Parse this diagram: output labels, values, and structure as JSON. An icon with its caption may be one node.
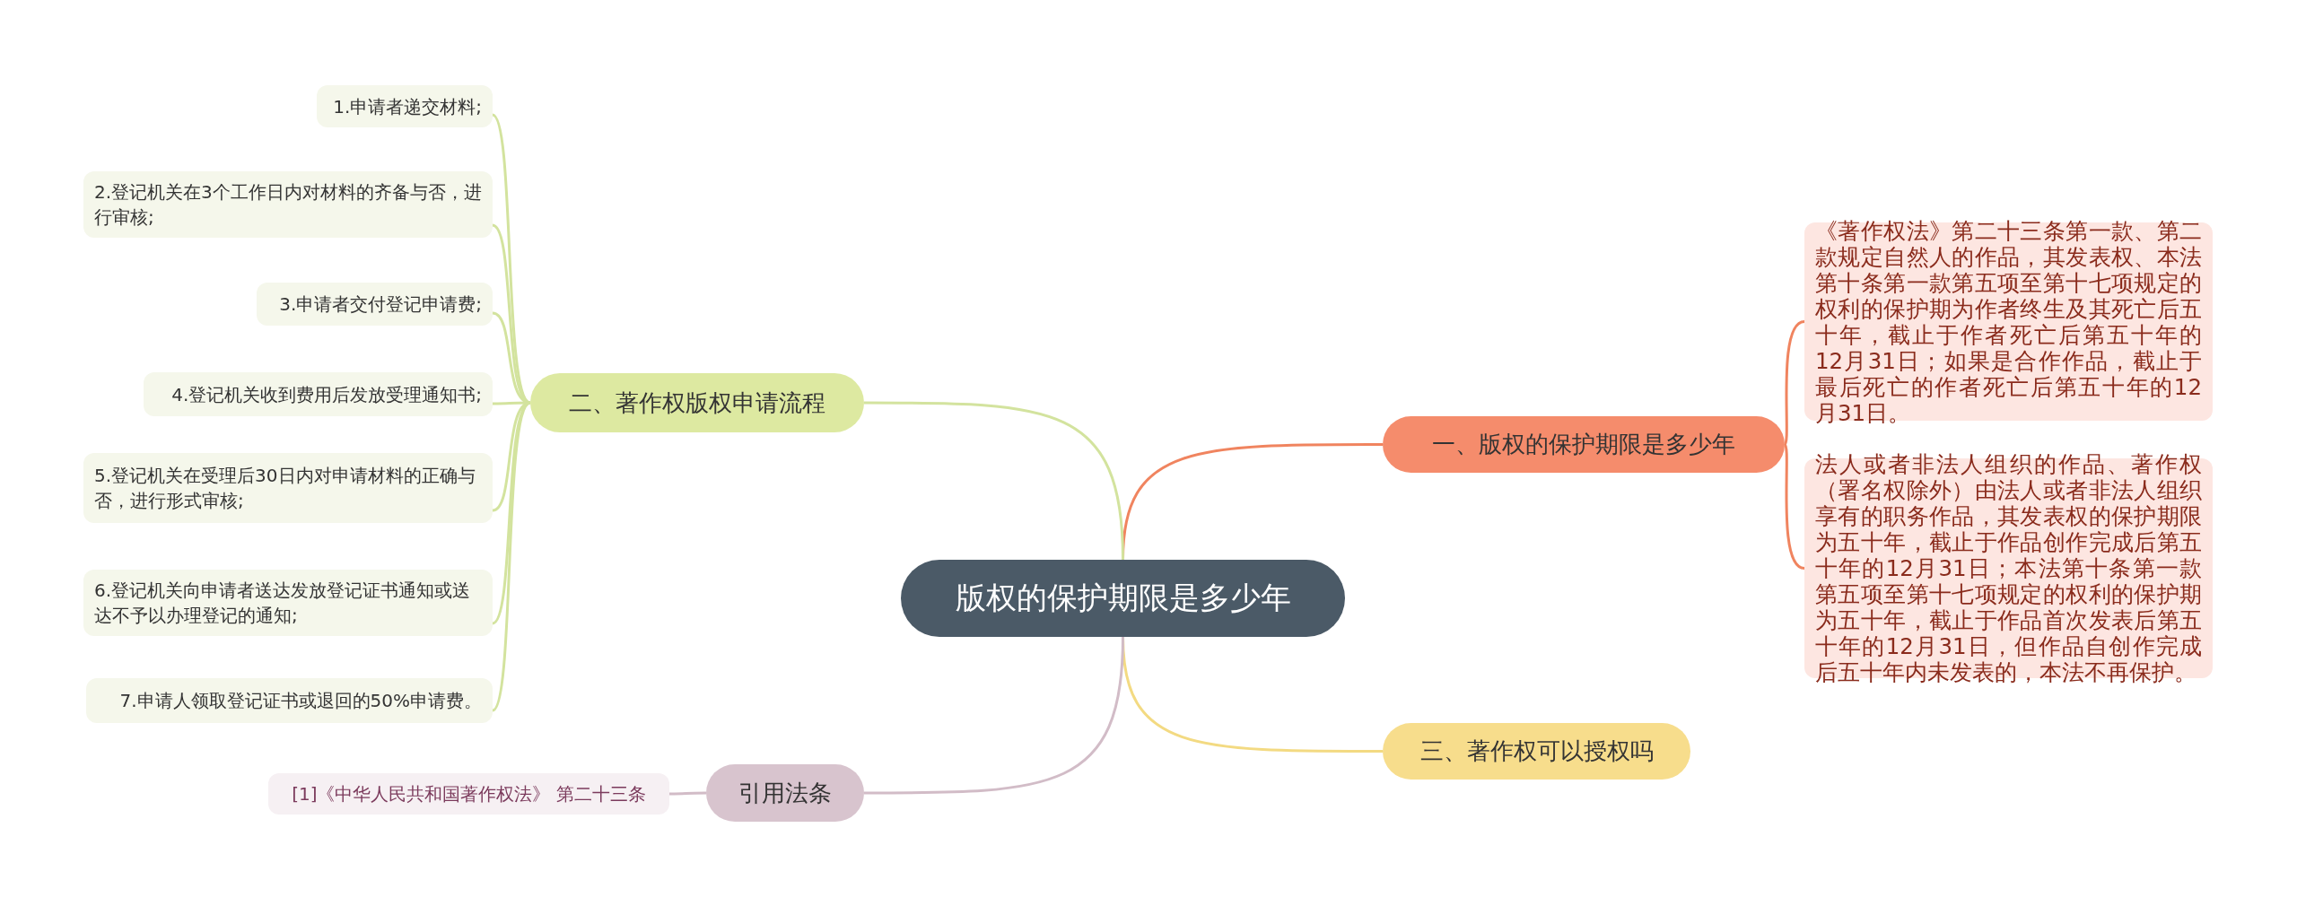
{
  "diagram": {
    "nodes": [
      {
        "text": [
          "版权的保护期限是多少年"
        ]
      },
      {
        "text": [
          "一、版权的保护期限是多少年"
        ]
      },
      {
        "text": [
          "《著作权法》第二十三条第一款、第二款规定自然人的作品，其发表权、本法第十条第一款第五项至第十七项规定的权利的保护期为作者终生及其死亡后五十年，截止于作者死亡后第五十年的12月31日；如果是合作作品，截止于最后死亡的作者死亡后第五十年的12月31日。"
        ]
      },
      {
        "text": [
          "法人或者非法人组织的作品、著作权（署名权除外）由法人或者非法人组织享有的职务作品，其发表权的保护期限为五十年，截止于作品创作完成后第五十年的12月31日；本法第十条第一款第五项至第十七项规定的权利的保护期为五十年，截止于作品首次发表后第五十年的12月31日，但作品自创作完成后五十年内未发表的，本法不再保护。"
        ]
      },
      {
        "text": [
          "二、著作权版权申请流程"
        ]
      },
      {
        "text": [
          "1.申请者递交材料;"
        ]
      },
      {
        "text": [
          "2.登记机关在3个工作日内对材料的齐备与否，进行审核;"
        ]
      },
      {
        "text": [
          "3.申请者交付登记申请费;"
        ]
      },
      {
        "text": [
          "4.登记机关收到费用后发放受理通知书;"
        ]
      },
      {
        "text": [
          "5.登记机关在受理后30日内对申请材料的正确与否，进行形式审核;"
        ]
      },
      {
        "text": [
          "6.登记机关向申请者送达发放登记证书通知或送达不予以办理登记的通知;"
        ]
      },
      {
        "text": [
          "7.申请人领取登记证书或退回的50%申请费。"
        ]
      },
      {
        "text": [
          "三、著作权可以授权吗"
        ]
      },
      {
        "text": [
          "引用法条"
        ]
      },
      {
        "text": [
          "[1]《中华人民共和国著作权法》 第二十三条"
        ]
      }
    ],
    "edges": [
      {
        "from": 0,
        "to": 1,
        "arrow": "none",
        "color": "#f0845f"
      },
      {
        "from": 1,
        "to": 2,
        "arrow": "none",
        "color": "#f0845f"
      },
      {
        "from": 1,
        "to": 3,
        "arrow": "none",
        "color": "#f0845f"
      },
      {
        "from": 0,
        "to": 4,
        "arrow": "none"
      },
      {
        "from": 4,
        "to": 5,
        "arrow": "none"
      },
      {
        "from": 4,
        "to": 6,
        "arrow": "none"
      },
      {
        "from": 4,
        "to": 7,
        "arrow": "none"
      },
      {
        "from": 4,
        "to": 8,
        "arrow": "none"
      },
      {
        "from": 4,
        "to": 9,
        "arrow": "none"
      },
      {
        "from": 4,
        "to": 10,
        "arrow": "none"
      },
      {
        "from": 4,
        "to": 11,
        "arrow": "none"
      },
      {
        "from": 0,
        "to": 12,
        "arrow": "none",
        "color": "#f3da82"
      },
      {
        "from": 0,
        "to": 13,
        "arrow": "none",
        "color": "#d2bcc7"
      },
      {
        "from": 13,
        "to": 14,
        "arrow": "none",
        "color": "#d2bcc7"
      }
    ]
  }
}
